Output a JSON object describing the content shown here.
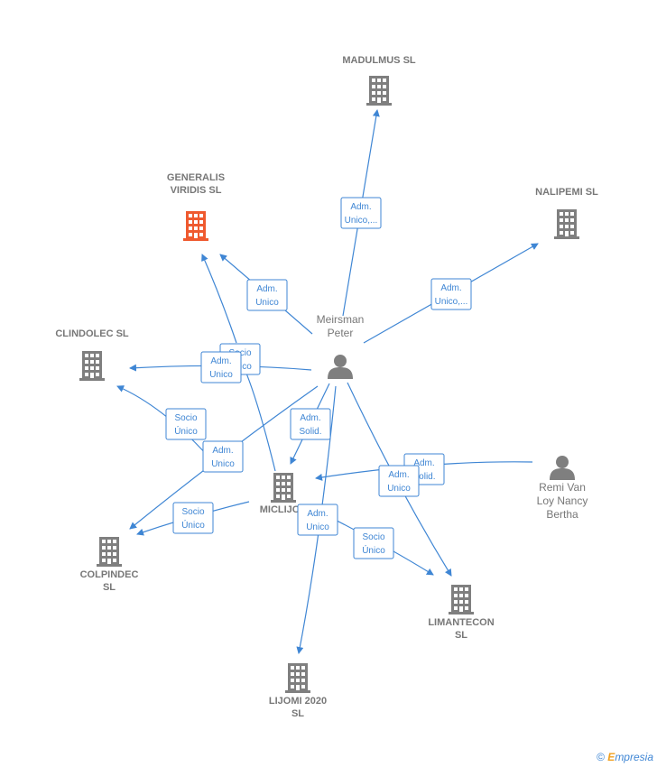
{
  "colors": {
    "edge": "#3f86d4",
    "building": "#7f7f7f",
    "highlight": "#ef5a2f",
    "label": "#777777"
  },
  "companies": [
    {
      "id": "madulmus",
      "lines": [
        "MADULMUS  SL"
      ],
      "highlight": false
    },
    {
      "id": "generalis",
      "lines": [
        "GENERALIS",
        "VIRIDIS  SL"
      ],
      "highlight": true
    },
    {
      "id": "nalipemi",
      "lines": [
        "NALIPEMI SL"
      ],
      "highlight": false
    },
    {
      "id": "clindolec",
      "lines": [
        "CLINDOLEC  SL"
      ],
      "highlight": false
    },
    {
      "id": "miclijor",
      "lines": [
        "MICLIJOR"
      ],
      "highlight": false
    },
    {
      "id": "colpindec",
      "lines": [
        "COLPINDEC",
        "SL"
      ],
      "highlight": false
    },
    {
      "id": "limantecon",
      "lines": [
        "LIMANTECON",
        "SL"
      ],
      "highlight": false
    },
    {
      "id": "lijomi",
      "lines": [
        "LIJOMI 2020",
        "SL"
      ],
      "highlight": false
    }
  ],
  "persons": [
    {
      "id": "meirsman",
      "lines": [
        "Meirsman",
        "Peter"
      ]
    },
    {
      "id": "remi",
      "lines": [
        "Remi Van",
        "Loy Nancy",
        "Bertha"
      ]
    }
  ],
  "relations": [
    {
      "id": "r1",
      "lines": [
        "Adm.",
        "Unico,..."
      ]
    },
    {
      "id": "r2",
      "lines": [
        "Adm.",
        "Unico,..."
      ]
    },
    {
      "id": "r3",
      "lines": [
        "Adm.",
        "Unico"
      ]
    },
    {
      "id": "r4",
      "lines": [
        "Socio",
        "Único"
      ]
    },
    {
      "id": "r5",
      "lines": [
        "Adm.",
        "Unico"
      ]
    },
    {
      "id": "r6",
      "lines": [
        "Socio",
        "Único"
      ]
    },
    {
      "id": "r7",
      "lines": [
        "Adm.",
        "Solid."
      ]
    },
    {
      "id": "r8",
      "lines": [
        "Adm.",
        "Unico"
      ]
    },
    {
      "id": "r9",
      "lines": [
        "Socio",
        "Único"
      ]
    },
    {
      "id": "r10",
      "lines": [
        "Adm.",
        "Solid."
      ]
    },
    {
      "id": "r11",
      "lines": [
        "Adm.",
        "Unico"
      ]
    },
    {
      "id": "r12",
      "lines": [
        "Adm.",
        "Unico"
      ]
    },
    {
      "id": "r13",
      "lines": [
        "Socio",
        "Único"
      ]
    }
  ],
  "footer": {
    "copyright": "©",
    "brand_initial": "E",
    "brand_rest": "mpresia"
  }
}
